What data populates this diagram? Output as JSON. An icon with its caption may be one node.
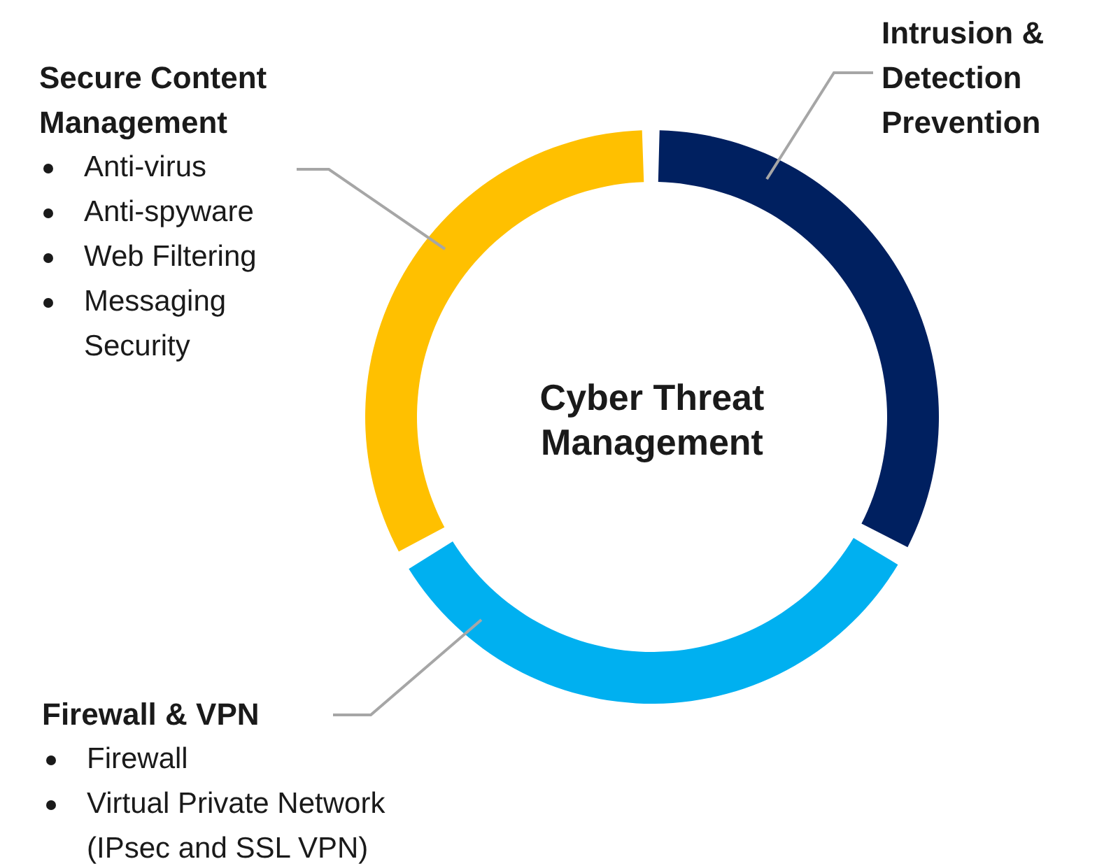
{
  "diagram": {
    "nodes": [
      {
        "text": [
          "Secure Content Management",
          "Anti-virus",
          "Anti-spyware",
          "Web Filtering",
          "Messaging Security"
        ]
      },
      {
        "text": [
          "Intrusion & Detection Prevention"
        ]
      },
      {
        "text": [
          "Firewall & VPN",
          "Firewall",
          "Virtual Private Network (IPsec and SSL VPN)"
        ]
      },
      {
        "text": [],
        "shape": "arc"
      },
      {
        "text": [],
        "shape": "arc"
      },
      {
        "text": [],
        "shape": "arc"
      }
    ],
    "edges": [
      {
        "from": 0,
        "to": 4,
        "arrow": "none"
      },
      {
        "from": 1,
        "to": 3,
        "arrow": "none"
      },
      {
        "from": 2,
        "to": 5,
        "arrow": "none"
      }
    ],
    "labels": [
      "Cyber Threat Management"
    ]
  }
}
